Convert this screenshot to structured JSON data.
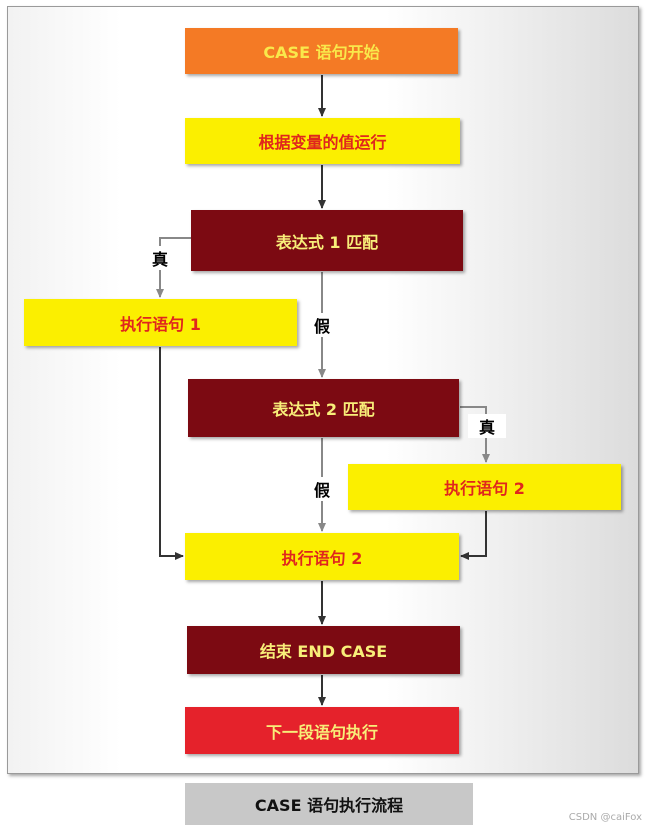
{
  "nodes": {
    "start": "CASE 语句开始",
    "evaluate": "根据变量的值运行",
    "match1": "表达式 1 匹配",
    "exec1": "执行语句 1",
    "match2": "表达式 2 匹配",
    "exec2_branch": "执行语句 2",
    "exec2_main": "执行语句 2",
    "end": "结束 END CASE",
    "next": "下一段语句执行"
  },
  "edge_labels": {
    "true1": "真",
    "false1": "假",
    "true2": "真",
    "false2": "假"
  },
  "caption": "CASE 语句执行流程",
  "watermark": "CSDN @caiFox",
  "colors": {
    "orange": "#f47a25",
    "yellow": "#fbef00",
    "maroon": "#7c0a12",
    "red": "#e5222b",
    "connector_dark": "#333333",
    "connector_gray": "#888888"
  }
}
